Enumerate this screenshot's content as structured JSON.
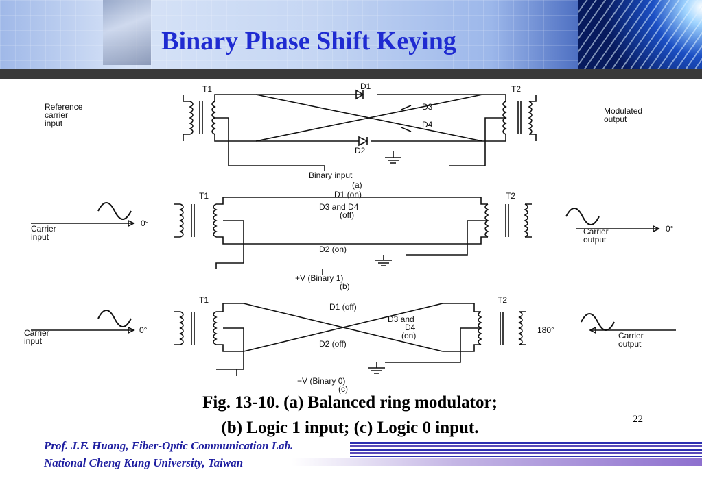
{
  "slide": {
    "title": "Binary Phase Shift Keying",
    "caption_line1": "Fig. 13-10. (a) Balanced ring modulator;",
    "caption_line2": "(b) Logic 1 input; (c) Logic 0 input.",
    "page_number": "22",
    "footer_line1": "Prof. J.F. Huang, Fiber-Optic Communication Lab.",
    "footer_line2": "National Cheng Kung University, Taiwan"
  },
  "figure": {
    "a": {
      "t1": "T1",
      "t2": "T2",
      "left_line1": "Reference",
      "left_line2": "carrier",
      "left_line3": "input",
      "right_line1": "Modulated",
      "right_line2": "output",
      "d1": "D1",
      "d2": "D2",
      "d3": "D3",
      "d4": "D4",
      "input": "Binary input",
      "sub": "(a)"
    },
    "b": {
      "t1": "T1",
      "t2": "T2",
      "d1": "D1 (on)",
      "d34_line1": "D3 and D4",
      "d34_line2": "(off)",
      "d2": "D2 (on)",
      "left_line1": "Carrier",
      "left_line2": "input",
      "right_line1": "Carrier",
      "right_line2": "output",
      "phase_in": "0°",
      "phase_out": "0°",
      "supply": "+V (Binary 1)",
      "sub": "(b)"
    },
    "c": {
      "t1": "T1",
      "t2": "T2",
      "d1": "D1 (off)",
      "d34_line1": "D3 and",
      "d34_line2": "D4",
      "d34_line3": "(on)",
      "d2": "D2 (off)",
      "left_line1": "Carrier",
      "left_line2": "input",
      "right_line1": "Carrier",
      "right_line2": "output",
      "phase_in": "0°",
      "phase_out": "180°",
      "supply": "−V (Binary 0)",
      "sub": "(c)"
    }
  }
}
